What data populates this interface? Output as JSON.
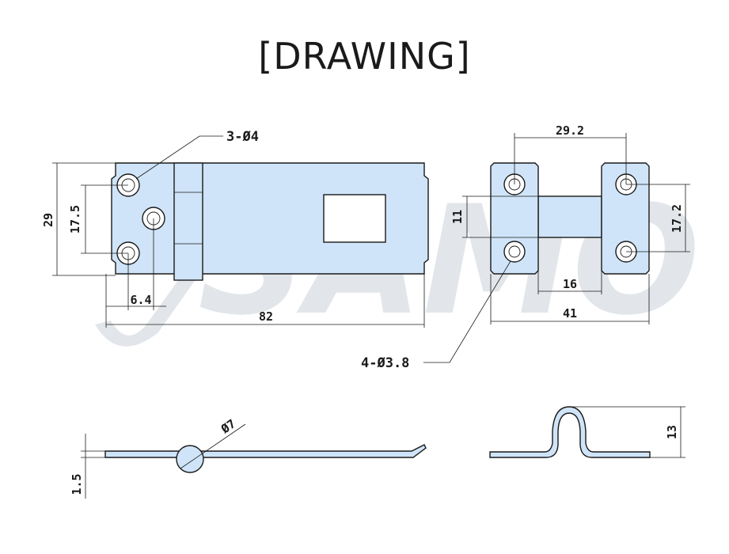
{
  "title": "[DRAWING]",
  "watermark": "SAMO",
  "dimensions": {
    "front_left": {
      "holes_callout": "3-Ø4",
      "height": "29",
      "hole_spacing": "17.5",
      "hole_offset": "6.4",
      "length": "82"
    },
    "front_right": {
      "holes_callout": "4-Ø3.8",
      "hole_pitch_x": "29.2",
      "height_left": "11",
      "height_right": "17.2",
      "bridge_width": "16",
      "width": "41"
    },
    "side_left": {
      "knuckle_diameter": "Ø7",
      "thickness": "1.5"
    },
    "side_right": {
      "height": "13"
    }
  },
  "colors": {
    "part_fill": "#cfe4f8",
    "line": "#1a1a1a",
    "watermark": "#e2e6ea"
  }
}
